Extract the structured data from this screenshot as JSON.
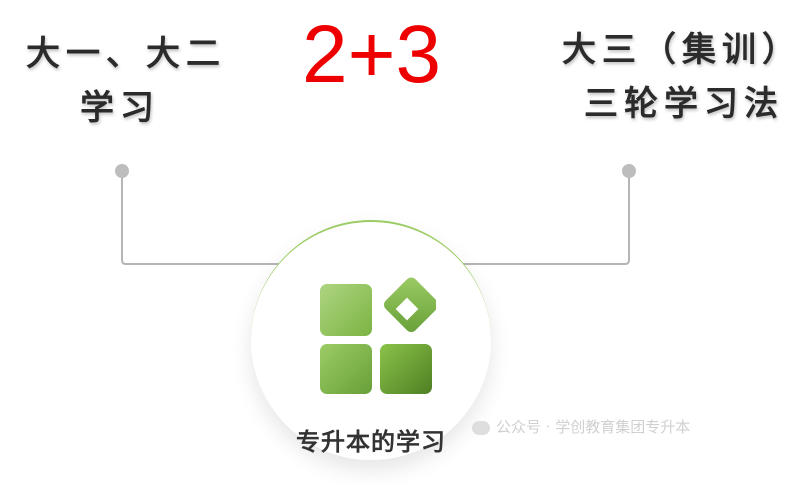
{
  "left": {
    "line1": "大一、大二",
    "line2": "学习"
  },
  "formula": "2+3",
  "right": {
    "line1": "大三（集训）",
    "line2": "三轮学习法"
  },
  "center": {
    "label": "专升本的学习"
  },
  "watermark": "公众号 · 学创教育集团专升本",
  "colors": {
    "formula": "#ee0000",
    "accent_green": "#7cb342",
    "connector": "#b5b5b5"
  }
}
